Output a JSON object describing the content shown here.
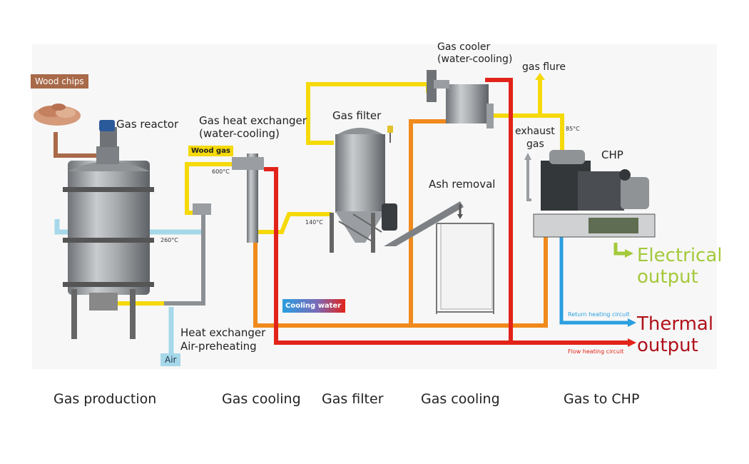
{
  "labels": {
    "wood_chips": "Wood chips",
    "gas_reactor": "Gas reactor",
    "gas_hx_1": "Gas heat exchanger",
    "gas_hx_2": "(water-cooling)",
    "wood_gas": "Wood gas",
    "gas_filter": "Gas filter",
    "gas_cooler_1": "Gas cooler",
    "gas_cooler_2": "(water-cooling)",
    "gas_flure": "gas flure",
    "exhaust_1": "exhaust",
    "exhaust_2": "gas",
    "chp": "CHP",
    "ash_removal": "Ash removal",
    "cooling_water": "Cooling water",
    "hx_air_1": "Heat exchanger",
    "hx_air_2": "Air-preheating",
    "air": "Air",
    "return_circuit": "Return heating circuit",
    "flow_circuit": "Flow heating circuit",
    "t600": "600°C",
    "t260": "260°C",
    "t140": "140°C",
    "t85": "85°C"
  },
  "outputs": {
    "electrical_1": "Electrical",
    "electrical_2": "output",
    "thermal_1": "Thermal",
    "thermal_2": "output"
  },
  "sections": {
    "gas_production": "Gas production",
    "gas_cooling_1": "Gas cooling",
    "gas_filter": "Gas filter",
    "gas_cooling_2": "Gas cooling",
    "gas_to_chp": "Gas to CHP"
  },
  "colors": {
    "wood_gas_yellow": "#f5d90a",
    "air_blue": "#a6d8ea",
    "return_blue": "#2a9fe0",
    "orange": "#f08a1c",
    "red": "#e2231a",
    "electrical_green": "#a4c93b",
    "thermal_red": "#b0121b",
    "wood_brown": "#a86a49"
  }
}
